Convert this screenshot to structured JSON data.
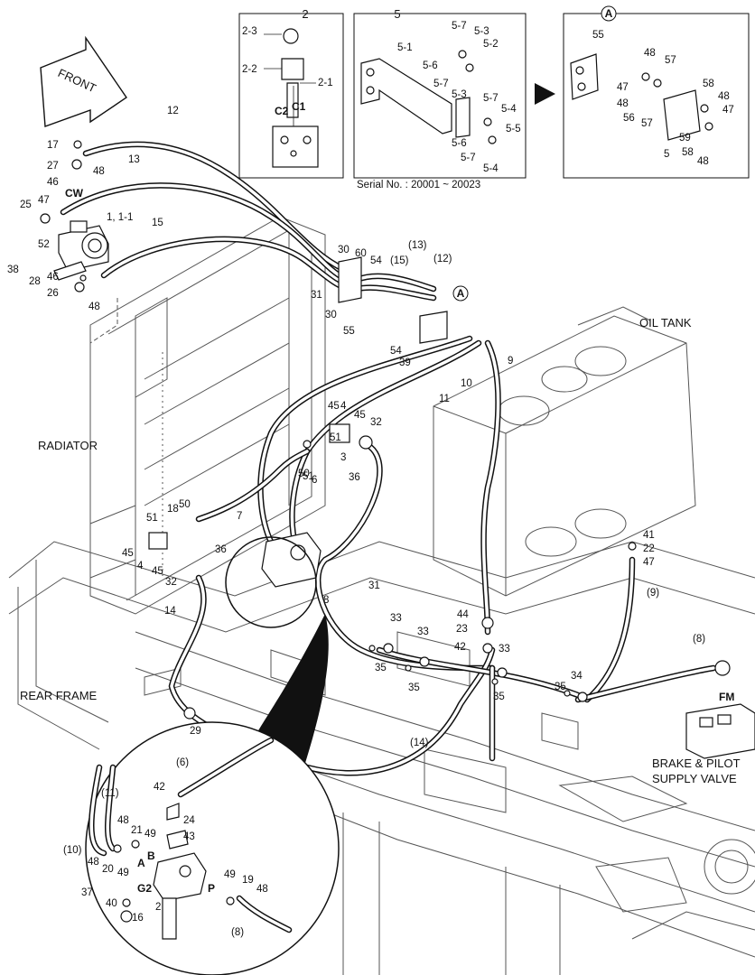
{
  "diagram": {
    "titles": {
      "front": "FRONT",
      "oil_tank": "OIL TANK",
      "radiator": "RADIATOR",
      "rear_frame": "REAR FRAME",
      "brake_valve_line1": "BRAKE & PILOT",
      "brake_valve_line2": "SUPPLY VALVE",
      "serial": "Serial No. : 20001 ~ 20023",
      "cw": "CW",
      "fm": "FM"
    },
    "inset2": {
      "label": "2",
      "parts": [
        "2-3",
        "2-2",
        "2-1",
        "C2",
        "C1"
      ]
    },
    "inset5": {
      "label": "5",
      "parts": [
        "5-7",
        "5-3",
        "5-2",
        "5-1",
        "5-6",
        "5-7",
        "5-3",
        "5-7",
        "5-4",
        "5-5",
        "5-6",
        "5-7",
        "5-4"
      ]
    },
    "insetA": {
      "label": "A",
      "parts": [
        "55",
        "48",
        "57",
        "47",
        "48",
        "56",
        "57",
        "58",
        "48",
        "47",
        "59",
        "5",
        "58",
        "48"
      ]
    },
    "circle_detail": {
      "parts": [
        "(6)",
        "42",
        "24",
        "43",
        "(11)",
        "48",
        "21",
        "49",
        "B",
        "A",
        "20",
        "49",
        "(10)",
        "48",
        "G2",
        "2",
        "37",
        "40",
        "16",
        "P",
        "49",
        "19",
        "48",
        "(8)"
      ]
    },
    "callouts": [
      "12",
      "13",
      "17",
      "27",
      "48",
      "46",
      "25",
      "47",
      "52",
      "1, 1-1",
      "15",
      "38",
      "28",
      "46",
      "26",
      "48",
      "30",
      "60",
      "54",
      "31",
      "30",
      "55",
      "(13)",
      "(15)",
      "(12)",
      "54",
      "39",
      "9",
      "10",
      "11",
      "45",
      "4",
      "45",
      "51",
      "32",
      "3",
      "51",
      "50",
      "36",
      "6",
      "18",
      "50",
      "51",
      "7",
      "45",
      "4",
      "45",
      "32",
      "36",
      "14",
      "8",
      "31",
      "33",
      "33",
      "44",
      "23",
      "42",
      "33",
      "35",
      "35",
      "35",
      "34",
      "35",
      "29",
      "(14)",
      "41",
      "22",
      "47",
      "(9)",
      "(8)"
    ]
  }
}
